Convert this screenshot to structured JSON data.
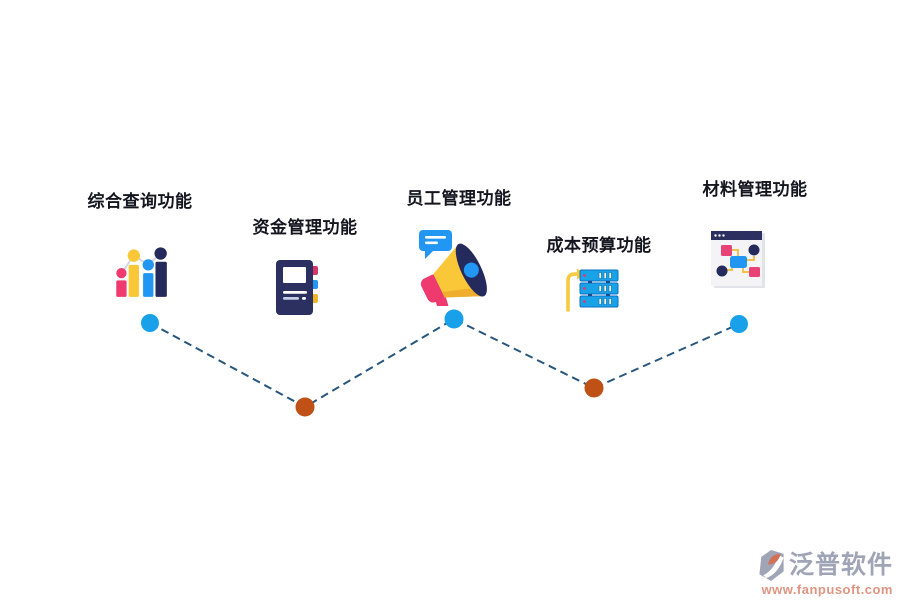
{
  "page": {
    "background": "#ffffff"
  },
  "diagram": {
    "nodes": [
      {
        "label": "综合查询功能",
        "icon": "bar-chart-icon"
      },
      {
        "label": "资金管理功能",
        "icon": "notebook-icon"
      },
      {
        "label": "员工管理功能",
        "icon": "megaphone-icon"
      },
      {
        "label": "成本预算功能",
        "icon": "server-icon"
      },
      {
        "label": "材料管理功能",
        "icon": "browser-flowchart-icon"
      }
    ],
    "connector": {
      "color": "#26567e",
      "style": "dashed"
    },
    "dots": [
      {
        "color": "#18a1e9"
      },
      {
        "color": "#bf5117"
      },
      {
        "color": "#18a1e9"
      },
      {
        "color": "#bf5117"
      },
      {
        "color": "#18a1e9"
      }
    ],
    "palette": {
      "pink": "#ee3a6e",
      "yellow": "#f9c738",
      "blue": "#2196f3",
      "navy": "#252a5c",
      "label_text": "#15151f"
    }
  },
  "watermark": {
    "brand": "泛普软件",
    "url": "www.fanpusoft.com",
    "brand_color": "#9aa0b4",
    "url_color": "#de8f7c"
  }
}
